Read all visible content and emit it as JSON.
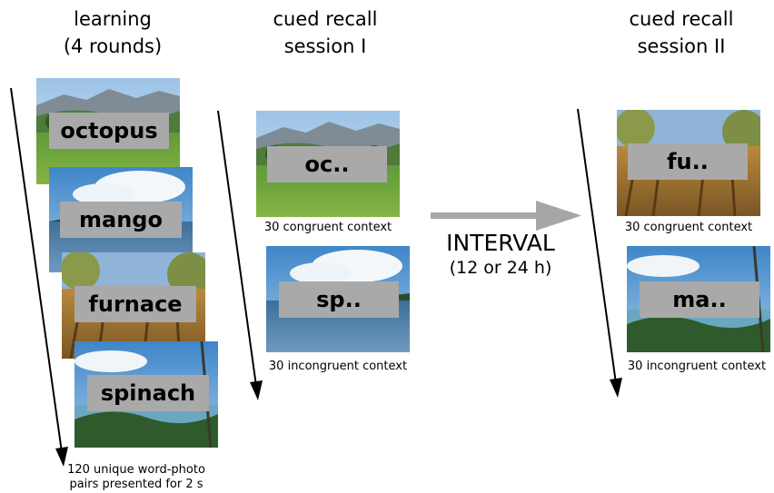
{
  "columns": {
    "learning": {
      "title_line1": "learning",
      "title_line2": "(4 rounds)",
      "words": [
        "octopus",
        "mango",
        "furnace",
        "spinach"
      ],
      "note_line1": "120 unique word-photo",
      "note_line2": "pairs presented for 2 s"
    },
    "session1": {
      "title_line1": "cued recall",
      "title_line2": "session I",
      "cues": [
        "oc..",
        "sp.."
      ],
      "captions": [
        "30 congruent context",
        "30 incongruent context"
      ]
    },
    "session2": {
      "title_line1": "cued recall",
      "title_line2": "session II",
      "cues": [
        "fu..",
        "ma.."
      ],
      "captions": [
        "30 congruent context",
        "30 incongruent context"
      ]
    }
  },
  "interval": {
    "label": "INTERVAL",
    "sublabel": "(12 or 24 h)"
  },
  "photo_scenes": [
    "mountain-meadow",
    "lake-clouds",
    "eucalyptus-shrubland",
    "forest-lake"
  ],
  "colors": {
    "word_box": "#a9a9a9",
    "interval_arrow": "#a6a6a6",
    "timeline_arrow": "#000000"
  }
}
